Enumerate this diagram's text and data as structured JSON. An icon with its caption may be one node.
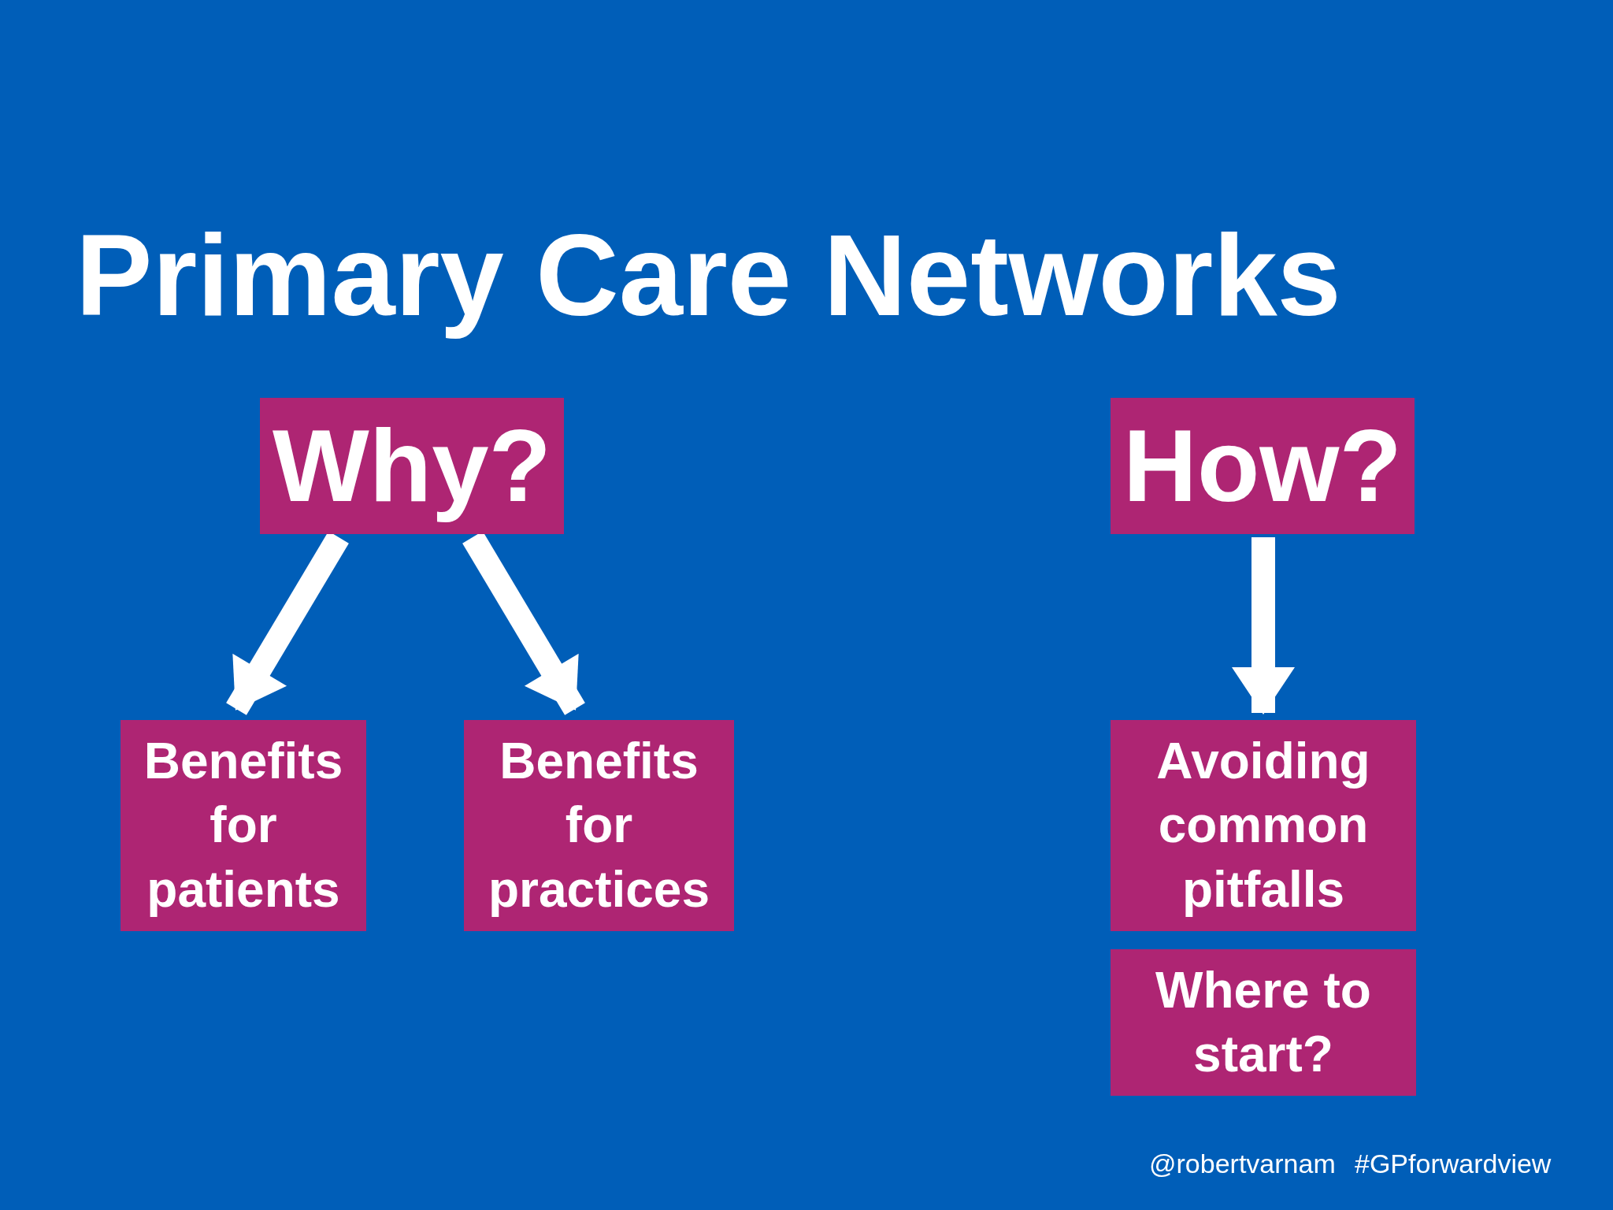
{
  "diagram": {
    "title": "Primary Care Networks",
    "nodes": [
      {
        "text": [
          "Why?"
        ]
      },
      {
        "text": [
          "How?"
        ]
      },
      {
        "text": [
          "Benefits for patients"
        ]
      },
      {
        "text": [
          "Benefits for practices"
        ]
      },
      {
        "text": [
          "Avoiding common pitfalls"
        ]
      },
      {
        "text": [
          "Where to start?"
        ]
      }
    ],
    "edges": [
      {
        "from": 0,
        "to": 2,
        "arrow": "to"
      },
      {
        "from": 0,
        "to": 3,
        "arrow": "to"
      },
      {
        "from": 1,
        "to": 4,
        "arrow": "to"
      }
    ],
    "labels": [
      "@robertvarnam",
      "#GPforwardview"
    ]
  }
}
